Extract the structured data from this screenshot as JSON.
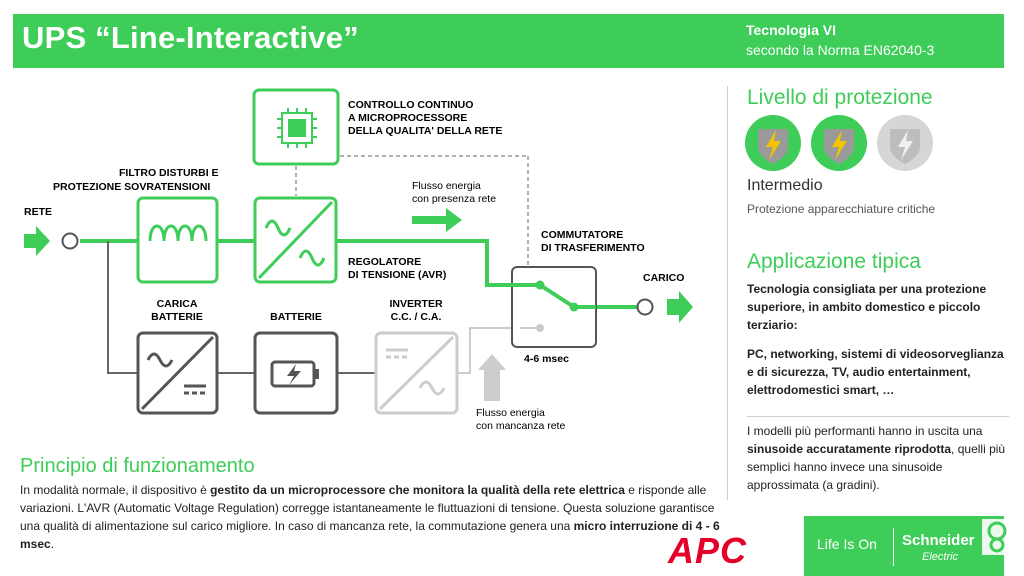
{
  "header": {
    "title": "UPS “Line-Interactive”",
    "tech_line1": "Tecnologia VI",
    "tech_line2": "secondo la Norma EN62040-3",
    "bg_color": "#3dcd58"
  },
  "diagram": {
    "labels": {
      "control": [
        "CONTROLLO CONTINUO",
        "A MICROPROCESSORE",
        "DELLA QUALITA' DELLA RETE"
      ],
      "filter": [
        "FILTRO DISTURBI E",
        "PROTEZIONE SOVRATENSIONI"
      ],
      "rete": "RETE",
      "flow_normal": [
        "Flusso energia",
        "con presenza rete"
      ],
      "switch": [
        "COMMUTATORE",
        "DI TRASFERIMENTO"
      ],
      "avr": [
        "REGOLATORE",
        "DI TENSIONE (AVR)"
      ],
      "carico": "CARICO",
      "charger": [
        "CARICA",
        "BATTERIE"
      ],
      "batteries": "BATTERIE",
      "inverter": [
        "INVERTER",
        "C.C. / C.A."
      ],
      "switch_time": "4-6 msec",
      "flow_outage": [
        "Flusso energia",
        "con mancanza rete"
      ]
    },
    "icons": [
      "microchip-icon",
      "coil-icon",
      "converter-icon",
      "battery-icon",
      "switch-icon",
      "arrow-right-icon"
    ],
    "colors": {
      "active": "#3dcd58",
      "dark": "#555555",
      "inactive": "#c8c8c8"
    }
  },
  "right_panel": {
    "protection": {
      "heading": "Livello di protezione",
      "level": "Intermedio",
      "description": "Protezione apparecchiature critiche",
      "shields_active": 2,
      "shields_total": 3
    },
    "application": {
      "heading": "Applicazione tipica",
      "description": "Tecnologia consigliata per una protezione superiore, in ambito domestico e piccolo terziario:",
      "list": "PC, networking, sistemi di videosorveglianza e di sicurezza, TV, audio entertainment, elettrodomestici smart, …",
      "note_pre": "I modelli più performanti hanno in uscita una ",
      "note_bold": "sinusoide accuratamente riprodotta",
      "note_post": ", quelli più semplici hanno invece una sinusoide approssimata (a gradini)."
    }
  },
  "principle": {
    "heading": "Principio di funzionamento",
    "p1": "In modalità normale, il dispositivo è ",
    "p1_bold": "gestito da un microprocessore che monitora la qualità della rete elettrica",
    "p2": " e risponde alle variazioni. L'AVR (Automatic Voltage Regulation) corregge istantaneamente le fluttuazioni di tensione. Questa soluzione garantisce una qualità di alimentazione sul carico migliore. In caso di mancanza rete, la commutazione genera una ",
    "p2_bold": "micro interruzione di 4 - 6 msec",
    "p3": "."
  },
  "footer": {
    "apc_logo": "APC",
    "tagline": "Life Is On",
    "brand": "Schneider",
    "brand_sub": "Electric",
    "brand_color": "#3dcd58",
    "apc_color": "#e4002b"
  }
}
